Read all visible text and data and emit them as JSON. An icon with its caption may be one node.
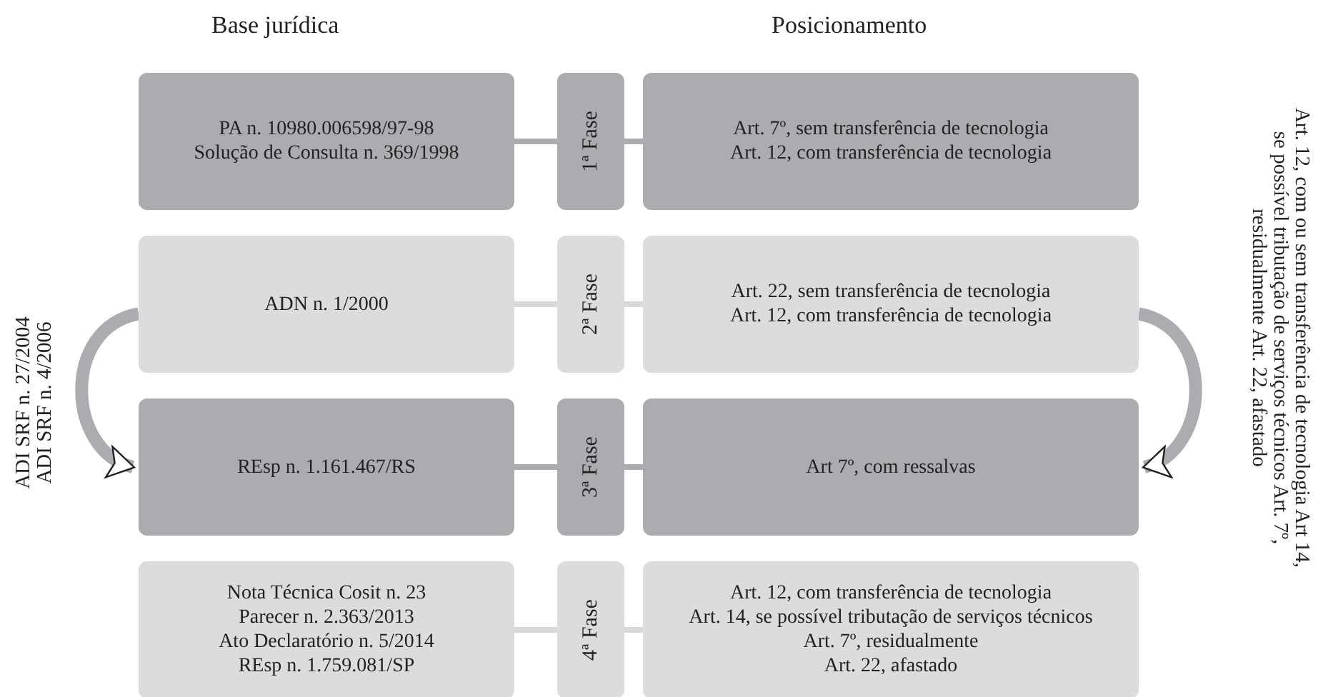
{
  "diagram": {
    "nodes": [
      {
        "text": [
          "PA n. 10980.006598/97-98",
          "Solução de Consulta n. 369/1998"
        ]
      },
      {
        "text": [
          "1ª Fase"
        ]
      },
      {
        "text": [
          "Art. 7º, sem transferência de tecnologia",
          "Art. 12, com transferência de tecnologia"
        ]
      },
      {
        "text": [
          "ADN n. 1/2000"
        ]
      },
      {
        "text": [
          "2ª Fase"
        ]
      },
      {
        "text": [
          "Art.  22, sem transferência de tecnologia",
          "Art. 12, com transferência de tecnologia"
        ]
      },
      {
        "text": [
          "REsp n. 1.161.467/RS"
        ]
      },
      {
        "text": [
          "3ª Fase"
        ]
      },
      {
        "text": [
          "Art  7º, com ressalvas"
        ]
      },
      {
        "text": [
          "Nota Técnica Cosit n. 23",
          "Parecer n. 2.363/2013",
          "Ato Declaratório n. 5/2014",
          "REsp n. 1.759.081/SP"
        ]
      },
      {
        "text": [
          "4ª Fase"
        ]
      },
      {
        "text": [
          "Art. 12, com transferência de tecnologia",
          "Art. 14, se possível tributação de serviços técnicos",
          "Art. 7º, residualmente",
          "Art. 22, afastado"
        ]
      }
    ],
    "edges": [
      {
        "from": 0,
        "to": 1,
        "arrow": "none"
      },
      {
        "from": 1,
        "to": 2,
        "arrow": "none"
      },
      {
        "from": 3,
        "to": 4,
        "arrow": "none",
        "color": "#d9d9db"
      },
      {
        "from": 4,
        "to": 5,
        "arrow": "none",
        "color": "#d9d9db"
      },
      {
        "from": 6,
        "to": 7,
        "arrow": "none"
      },
      {
        "from": 7,
        "to": 8,
        "arrow": "none"
      },
      {
        "from": 9,
        "to": 10,
        "arrow": "none",
        "color": "#d9d9db"
      },
      {
        "from": 10,
        "to": 11,
        "arrow": "none",
        "color": "#d9d9db"
      },
      {
        "from": 3,
        "to": 6,
        "arrow": "to",
        "style": "thick"
      },
      {
        "from": 5,
        "to": 8,
        "arrow": "to",
        "style": "thick"
      }
    ],
    "labels": [
      "Base jurídica",
      "Posicionamento",
      "ADI SRF n. 27/2004",
      "ADI SRF n. 4/2006",
      "Art. 12, com ou sem transferência de tecnologia Art 14, se possível tributação de serviços técnicos Art. 7º, residualmente Art. 22, afastado"
    ]
  }
}
